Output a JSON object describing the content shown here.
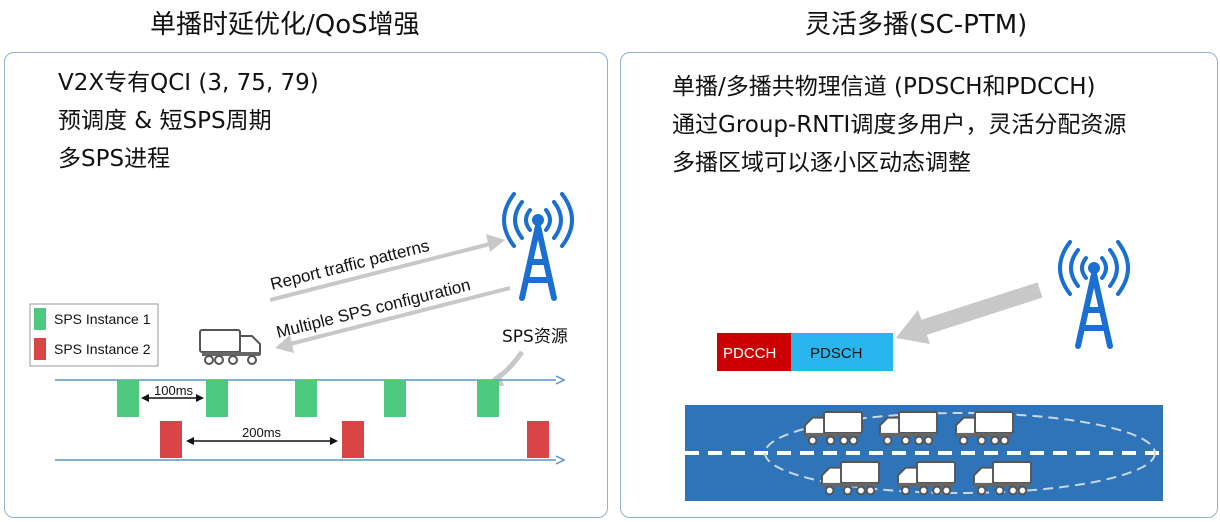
{
  "left": {
    "title": "单播时延优化/QoS增强",
    "lines": [
      "V2X专有QCI (3, 75, 79)",
      "预调度 & 短SPS周期",
      "多SPS进程"
    ],
    "report_label": "Report traffic patterns",
    "config_label": "Multiple SPS configuration",
    "sps_resource_label": "SPS资源",
    "legend": [
      {
        "label": "SPS Instance 1",
        "color": "#4cc97f"
      },
      {
        "label": "SPS Instance 2",
        "color": "#d94545"
      }
    ],
    "interval_100": "100ms",
    "interval_200": "200ms"
  },
  "right": {
    "title": "灵活多播(SC-PTM)",
    "lines": [
      "单播/多播共物理信道 (PDSCH和PDCCH)",
      "通过Group-RNTI调度多用户，灵活分配资源",
      "多播区域可以逐小区动态调整"
    ],
    "pdcch_label": "PDCCH",
    "pdsch_label": "PDSCH"
  },
  "colors": {
    "panel_border": "#8fb0d3",
    "tower_blue": "#1a6fd1",
    "green": "#4cc97f",
    "red": "#d94545",
    "pdcch": "#cc0000",
    "pdsch": "#29b5ee",
    "road": "#2f74b8",
    "arrow_gray": "#c8c8c8",
    "line_blue": "#5a93cc"
  }
}
